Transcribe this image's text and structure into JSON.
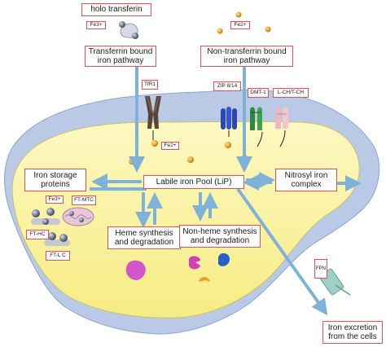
{
  "labels": {
    "holo_transferrin": "holo transferin",
    "fe3_top": "Fe3+",
    "fe2_top": "Fe2+",
    "tf_pathway": "Transferrin bound iron pathway",
    "ntb_pathway": "Non-transferrin bound iron pathway",
    "tfr1": "TfR1",
    "zip": "ZIP 8/14",
    "dmt1": "DMT-1",
    "lch": "L-CH/T-CH",
    "fe2_inside": "Fe2+",
    "iron_storage": "Iron storage proteins",
    "lip": "Labile iron Pool (LiP)",
    "nitrosyl": "Nitrosyl iron complex",
    "fe3_storage": "Fe3+",
    "ft_mtc": "FT-MTC",
    "ft_hc": "FT-HC",
    "ft_lc": "FT-L C",
    "heme": "Heme synthesis and degradation",
    "nonheme": "Non-heme synthesis and degradation",
    "fpn": "FPN",
    "excretion": "Iron excretion from the cells"
  },
  "colors": {
    "cell_outer": "#b9c9e6",
    "cell_inner": "#faf39c",
    "arrow": "#7fb2d8",
    "label_border": "#e8504f",
    "iron_dot": "#e6a22a"
  }
}
